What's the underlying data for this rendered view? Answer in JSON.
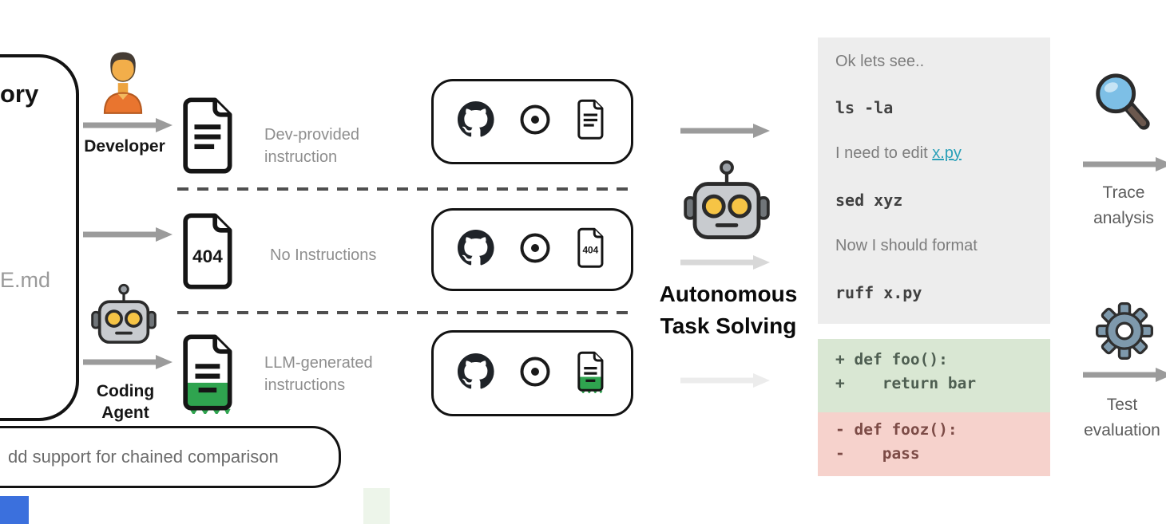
{
  "repository": {
    "title_partial": "ory",
    "file_label": "E.md"
  },
  "rows": [
    {
      "actor_label": "Developer",
      "instruction_label": "Dev-provided instruction"
    },
    {
      "actor_label": "",
      "instruction_label": "No Instructions",
      "doc_text": "404"
    },
    {
      "actor_label": "Coding Agent",
      "instruction_label": "LLM-generated instructions"
    }
  ],
  "task_pill": {
    "text": "dd support for chained comparison"
  },
  "center": {
    "label": "Autonomous Task Solving"
  },
  "trace": {
    "lines": [
      {
        "text": "Ok lets see..",
        "style": "thought"
      },
      {
        "text": "ls -la",
        "style": "code"
      },
      {
        "text": "I need to edit ",
        "link": "x.py",
        "style": "thought"
      },
      {
        "text": "sed xyz",
        "style": "code"
      },
      {
        "text": "Now I should format",
        "style": "thought"
      },
      {
        "text": "ruff x.py",
        "style": "code"
      }
    ]
  },
  "diff": {
    "added_lines": [
      "+ def foo():",
      "+    return bar"
    ],
    "removed_lines": [
      "- def fooz():",
      "-    pass"
    ]
  },
  "outputs": [
    {
      "label": "Trace analysis",
      "icon": "magnifier-icon"
    },
    {
      "label": "Test evaluation",
      "icon": "gear-icon"
    }
  ],
  "icons": {
    "repo_sources": [
      "github-icon",
      "issue-icon",
      "file-icon"
    ]
  },
  "colors": {
    "accent_green": "#2fa44f",
    "link_teal": "#2aa0b8",
    "trace_panel_bg": "#ededed",
    "diff_added_bg": "#d9e7d3",
    "diff_removed_bg": "#f6d2cc",
    "arrow_gray": "#9b9b9b"
  }
}
